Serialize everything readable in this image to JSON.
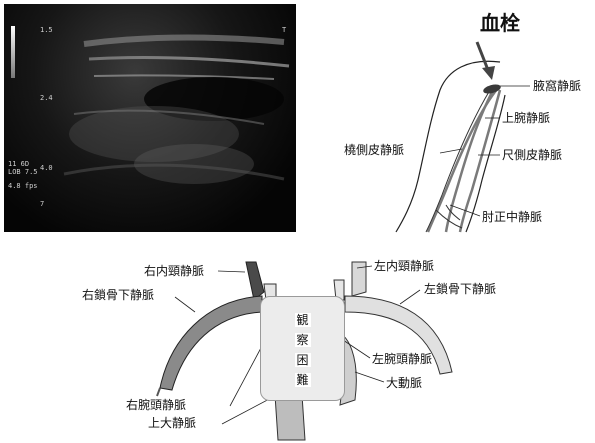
{
  "ultrasound": {
    "marker_t": "T",
    "left_readouts": [
      "1.5",
      "2.4",
      "4.0",
      "7"
    ],
    "side_lines": [
      "11 6D",
      "LOB 7.5",
      "",
      "4.8 fps"
    ]
  },
  "arm": {
    "thrombus_label": "血栓",
    "axillary_vein": "腋窩静脈",
    "brachial_vein": "上腕静脈",
    "cephalic_vein": "橈側皮静脈",
    "basilic_vein": "尺側皮静脈",
    "median_cubital_vein": "肘正中静脈"
  },
  "chest": {
    "right_internal_jugular": "右内頸静脈",
    "left_internal_jugular": "左内頸静脈",
    "right_subclavian": "右鎖骨下静脈",
    "left_subclavian": "左鎖骨下静脈",
    "left_brachiocephalic": "左腕頭静脈",
    "aorta": "大動脈",
    "right_brachiocephalic": "右腕頭静脈",
    "superior_vena_cava": "上大静脈",
    "hard_to_observe": [
      "観",
      "察",
      "困",
      "難"
    ]
  }
}
